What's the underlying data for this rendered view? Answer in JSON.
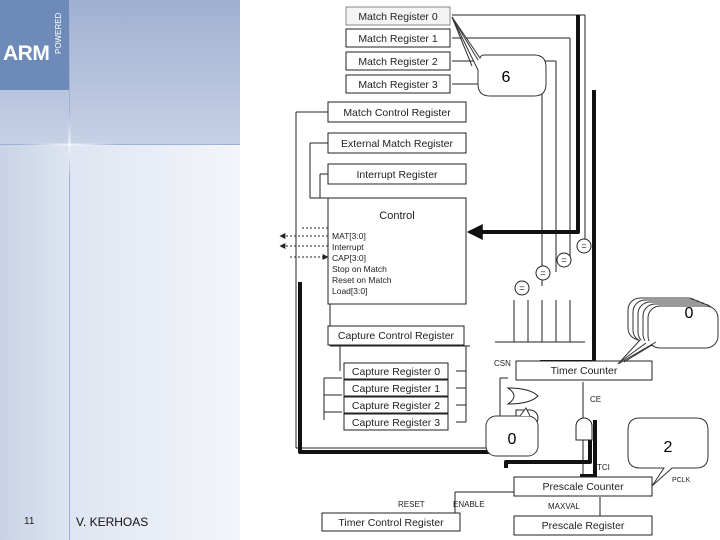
{
  "slide": {
    "number": "11",
    "author": "V. KERHOAS"
  },
  "logo": {
    "brand": "ARM",
    "tag": "POWERED"
  },
  "registers": {
    "match0": "Match Register 0",
    "match1": "Match Register 1",
    "match2": "Match Register 2",
    "match3": "Match Register 3",
    "match_control": "Match Control Register",
    "external_match": "External Match Register",
    "interrupt": "Interrupt Register",
    "capture_control": "Capture Control Register",
    "capture0": "Capture Register 0",
    "capture1": "Capture Register 1",
    "capture2": "Capture Register 2",
    "capture3": "Capture Register 3",
    "timer_counter": "Timer Counter",
    "prescale_counter": "Prescale Counter",
    "prescale_register": "Prescale Register",
    "timer_control": "Timer Control Register"
  },
  "control": {
    "title": "Control",
    "signals": [
      "MAT[3:0]",
      "Interrupt",
      "CAP[3:0]",
      "Stop on Match",
      "Reset on Match",
      "Load[3:0]"
    ]
  },
  "labels": {
    "csn": "CSN",
    "ce": "CE",
    "tci": "TCI",
    "maxval": "MAXVAL",
    "reset": "RESET",
    "enable": "ENABLE",
    "pclk": "PCLK",
    "eq": "="
  },
  "callouts": {
    "match_value": "6",
    "timer_value": "0",
    "gate_value": "0",
    "prescale_value": "2"
  },
  "colors": {
    "accent": "#6d8ab8",
    "line": "#222222",
    "bold_line": "#111111"
  }
}
